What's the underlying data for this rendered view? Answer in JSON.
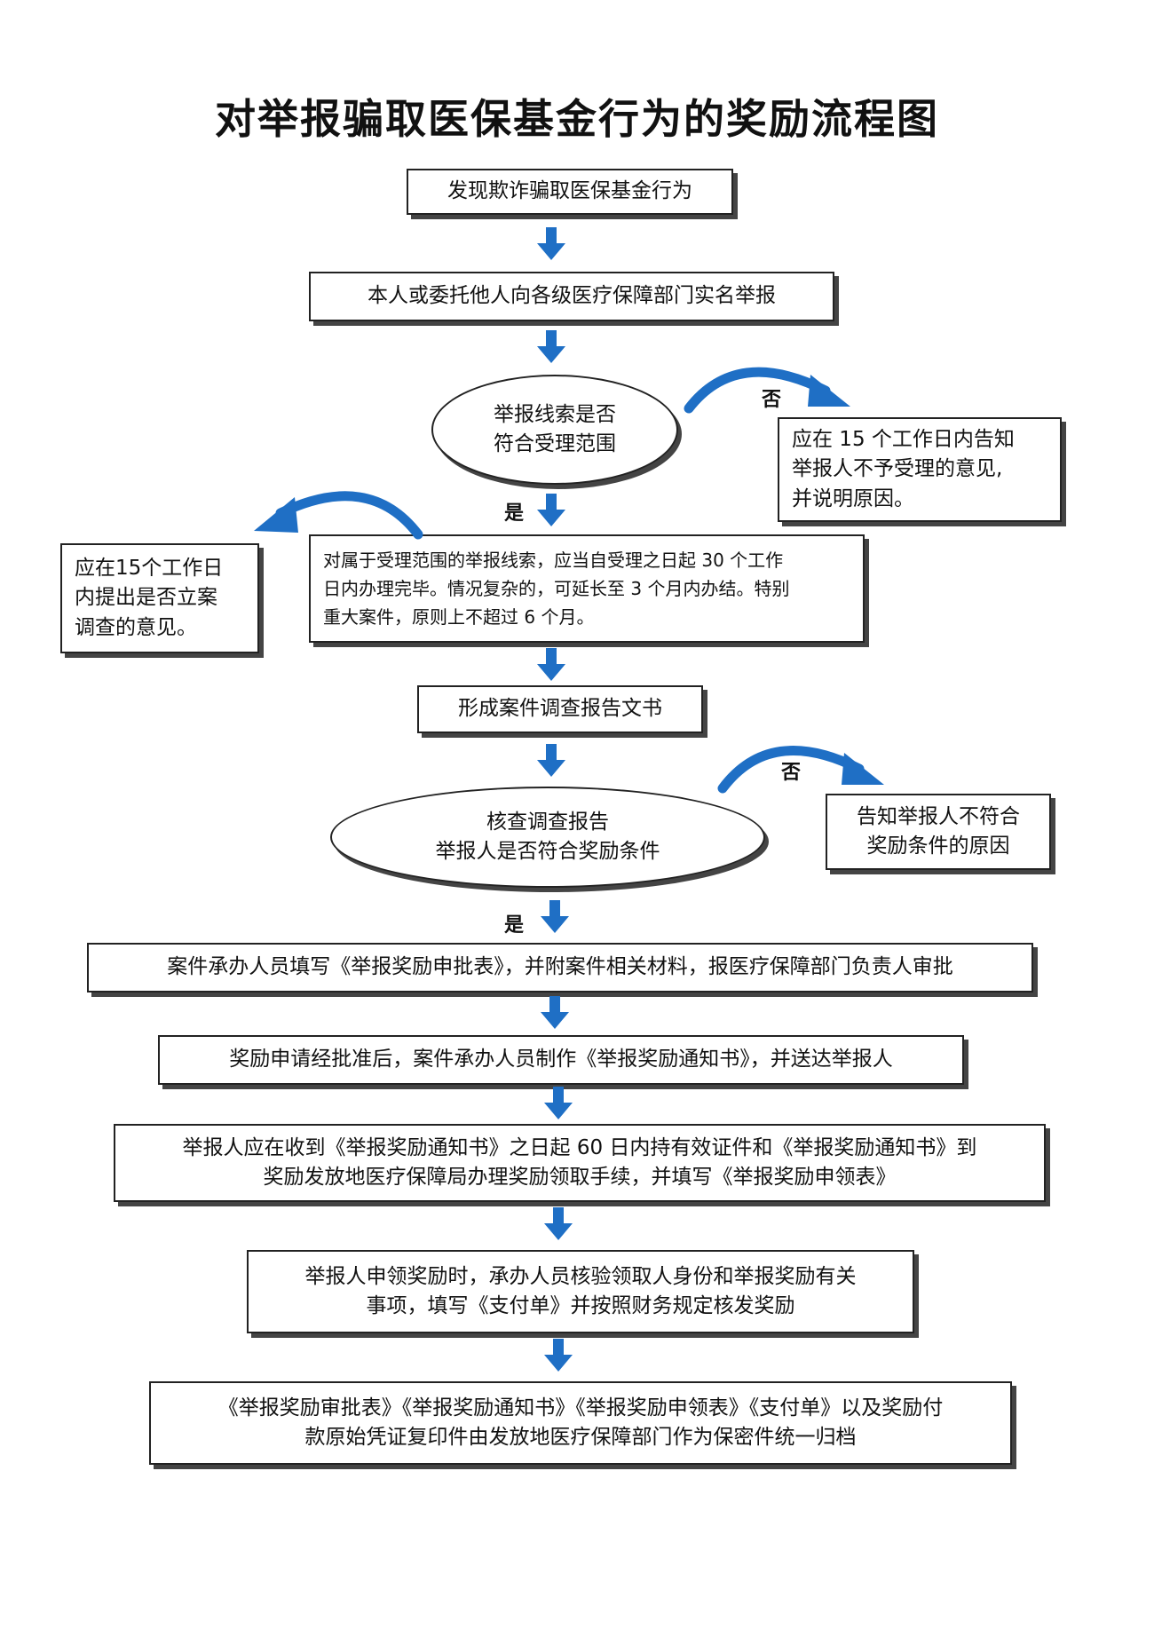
{
  "title": "对举报骗取医保基金行为的奖励流程图",
  "colors": {
    "arrow": "#1f6fc5",
    "border": "#222222"
  },
  "steps": {
    "discover": "发现欺诈骗取医保基金行为",
    "report": "本人或委托他人向各级医疗保障部门实名举报",
    "check_scope": [
      "举报线索是否",
      "符合受理范围"
    ],
    "reject_notice": [
      "应在 15 个工作日内告知",
      "举报人不予受理的意见,",
      "并说明原因。"
    ],
    "investigate_opinion": [
      "应在15个工作日",
      "内提出是否立案",
      "调查的意见。"
    ],
    "handle": [
      "对属于受理范围的举报线索，应当自受理之日起 30 个工作",
      "日内办理完毕。情况复杂的，可延长至 3 个月内办结。特别",
      "重大案件，原则上不超过 6 个月。"
    ],
    "report_doc": "形成案件调查报告文书",
    "check_reward": [
      "核查调查报告",
      "举报人是否符合奖励条件"
    ],
    "not_eligible": [
      "告知举报人不符合",
      "奖励条件的原因"
    ],
    "approval": "案件承办人员填写《举报奖励申批表》，并附案件相关材料，报医疗保障部门负责人审批",
    "notify": "奖励申请经批准后，案件承办人员制作《举报奖励通知书》，并送达举报人",
    "claim": [
      "举报人应在收到《举报奖励通知书》之日起 60 日内持有效证件和《举报奖励通知书》到",
      "奖励发放地医疗保障局办理奖励领取手续，并填写《举报奖励申领表》"
    ],
    "pay": [
      "举报人申领奖励时，承办人员核验领取人身份和举报奖励有关",
      "事项，填写《支付单》并按照财务规定核发奖励"
    ],
    "archive": [
      "《举报奖励审批表》《举报奖励通知书》《举报奖励申领表》《支付单》以及奖励付",
      "款原始凭证复印件由发放地医疗保障部门作为保密件统一归档"
    ]
  },
  "labels": {
    "yes": "是",
    "no": "否"
  }
}
